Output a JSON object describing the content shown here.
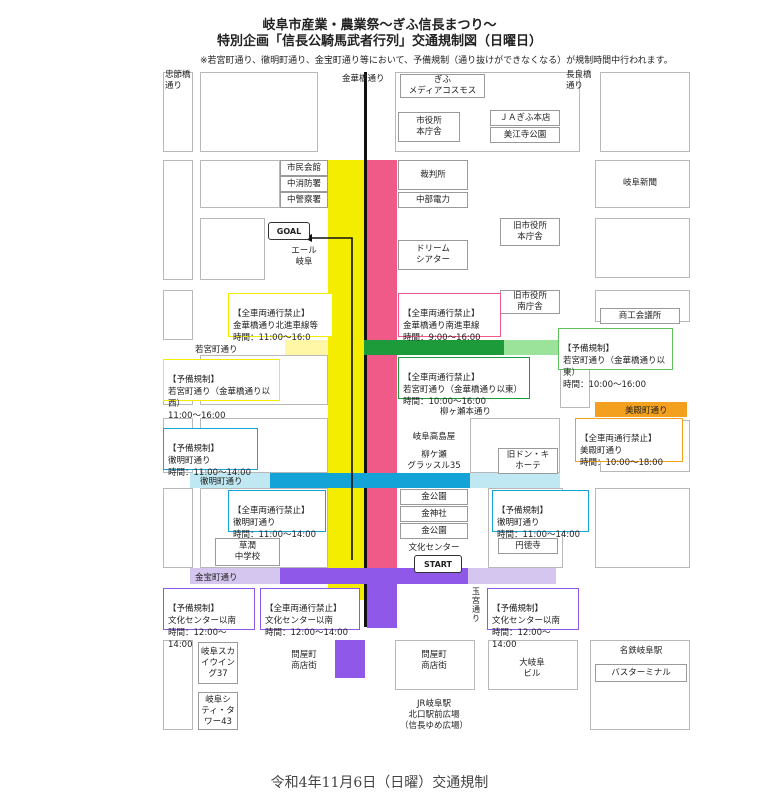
{
  "title_line1": "岐阜市産業・農業祭～ぎふ信長まつり～",
  "title_line2": "特別企画「信長公騎馬武者行列」交通規制図（日曜日）",
  "note": "※若宮町通り、徹明町通り、金宝町通り等において、予備規制（通り抜けができなくなる）が規制時間中行われます。",
  "caption": "令和4年11月6日（日曜）交通規制",
  "colors": {
    "yellow": "#f5ed00",
    "pink": "#ef5a88",
    "green": "#1d9a3a",
    "light_green": "#9be29a",
    "blue": "#14a3d6",
    "light_blue": "#bfe8f2",
    "purple": "#8f58e8",
    "light_purple": "#d4c6ee",
    "orange": "#f3a01f",
    "light_yellow": "#fff7a6"
  },
  "roads": {
    "tadasebashi": "忠節橋\n通り",
    "kinkabashi": "金華橋通り",
    "nagarabashi": "長良橋\n通り",
    "wakamiya": "若宮町通り",
    "yanagase": "柳ヶ瀬本通り",
    "mieicho": "美殿町通り",
    "tetsumei": "徹明町通り",
    "kinpo": "金宝町通り",
    "tamamiya": "玉\n宮\n通\nり"
  },
  "landmarks": {
    "media_cosmos": "ぎふ\nメディアコスモス",
    "city_hall": "市役所\n本庁舎",
    "ja_gifu": "ＪＡぎふ本店",
    "mieiji_park": "美江寺公園",
    "shimin_kaikan": "市民会館",
    "chusho_fire": "中消防署",
    "chubu_police": "中警察署",
    "court": "裁判所",
    "chubu_electric": "中部電力",
    "gifu_shinbun": "岐阜新聞",
    "old_city_hall_main": "旧市役所\n本庁舎",
    "eeru_gifu": "エール\n岐阜",
    "dream_theater": "ドリーム\nシアター",
    "old_city_hall_south": "旧市役所\n南庁舎",
    "chamber": "商工会議所",
    "takashimaya": "岐阜高島屋",
    "glasstle": "柳ケ瀬\nグラッスル35",
    "don_quijote": "旧ドン・キ\nホーテ",
    "kin_koen": "金公園",
    "kin_jinja": "金神社",
    "kin_koen2": "金公園",
    "bunka_center": "文化センター",
    "entokuji": "円徳寺",
    "soran_jhs": "草潤\n中学校",
    "sky_wing": "岐阜スカ\nイウイン\nグ37",
    "toiyamachi_w": "問屋町\n商店街",
    "toiyamachi_e": "問屋町\n商店街",
    "ogifu_bldg": "大岐阜\nビル",
    "meitetsu_station": "名鉄岐阜駅",
    "bus_terminal": "バスターミナル",
    "city_tower": "岐阜シ\nティ・タ\nワー43",
    "jr_station": "JR岐阜駅\n北口駅前広場\n（信長ゆめ広場）"
  },
  "markers": {
    "goal": "GOAL",
    "start": "START"
  },
  "regulations": [
    {
      "type": "【全車両通行禁止】",
      "area": "金華橋通り北進車線等",
      "time": "時間：11:00～16:0",
      "color_key": "yellow"
    },
    {
      "type": "【全車両通行禁止】",
      "area": "金華橋通り南進車線",
      "time": "時間：9:00～16:00",
      "color_key": "pink"
    },
    {
      "type": "【予備規制】",
      "area": "若宮町通り（金華橋通り以東）",
      "time": "時間：10:00～16:00",
      "color_key": "green"
    },
    {
      "type": "【予備規制】",
      "area": "若宮町通り（金華橋通り以西）",
      "time": "11:00～16:00",
      "color_key": "yellow"
    },
    {
      "type": "【全車両通行禁止】",
      "area": "若宮町通り（金華橋通り以東）",
      "time": "時間：10:00～16:00",
      "color_key": "green"
    },
    {
      "type": "【予備規制】",
      "area": "徹明町通り",
      "time": "時間：11:00～14:00",
      "color_key": "blue"
    },
    {
      "type": "【全車両通行禁止】",
      "area": "美殿町通り",
      "time": "時間：10:00～18:00",
      "color_key": "orange"
    },
    {
      "type": "【全車両通行禁止】",
      "area": "徹明町通り",
      "time": "時間：11:00～14:00",
      "color_key": "blue"
    },
    {
      "type": "【予備規制】",
      "area": "徹明町通り",
      "time": "時間：11:00～14:00",
      "color_key": "blue"
    },
    {
      "type": "【予備規制】",
      "area": "文化センター以南",
      "time": "時間：12:00～14:00",
      "color_key": "purple"
    },
    {
      "type": "【全車両通行禁止】",
      "area": "文化センター以南",
      "time": "時間：12:00～14:00",
      "color_key": "purple"
    },
    {
      "type": "【予備規制】",
      "area": "文化センター以南",
      "time": "時間：12:00～14:00",
      "color_key": "purple"
    }
  ]
}
